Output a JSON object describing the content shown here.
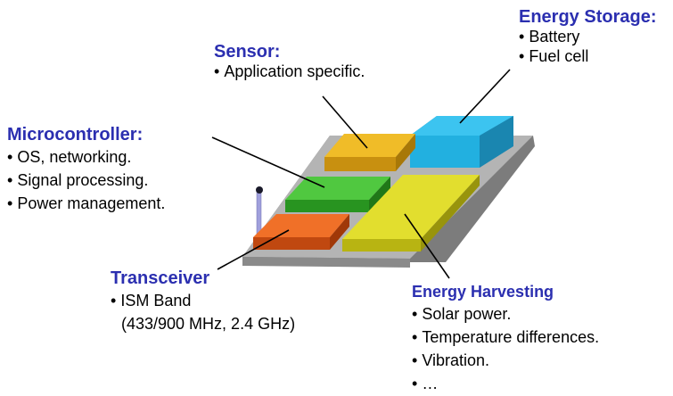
{
  "colors": {
    "title": "#2b2fb0",
    "board_top": "#b4b4b4",
    "energy_storage_block": "#22b0e0",
    "sensor_block": "#e0a814",
    "microcontroller_block": "#38b030",
    "transceiver_block": "#e05818",
    "energy_harvesting_block": "#d6d21a",
    "antenna": "#a0a0dc"
  },
  "energy_storage": {
    "title": "Energy Storage:",
    "items": [
      "Battery",
      "Fuel cell"
    ]
  },
  "sensor": {
    "title": "Sensor:",
    "items": [
      "Application specific."
    ]
  },
  "microcontroller": {
    "title": "Microcontroller:",
    "items": [
      "OS, networking.",
      "Signal processing.",
      "Power management."
    ]
  },
  "transceiver": {
    "title": "Transceiver",
    "items": [
      "ISM Band"
    ],
    "continuation": "(433/900 MHz, 2.4 GHz)"
  },
  "energy_harvesting": {
    "title": "Energy Harvesting",
    "items": [
      "Solar power.",
      "Temperature differences.",
      "Vibration.",
      "…"
    ]
  }
}
